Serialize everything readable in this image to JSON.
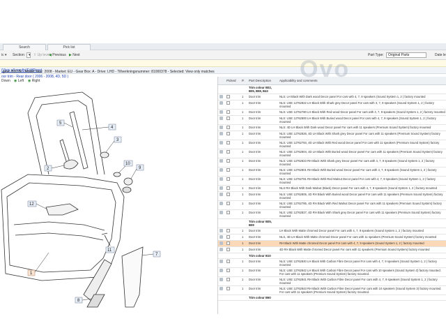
{
  "tabs": [
    "Search",
    "Pick list"
  ],
  "toolbar": {
    "section_label": "Section:",
    "up_level": "Up level",
    "previous": "Previous",
    "next": "Next",
    "part_type_label": "Part Type:",
    "part_type_value": "Original Parts",
    "date_label": "Date le"
  },
  "infobar": {
    "prefix": "gine: B207E - Model Year: 2008 - Market: EU - Gear Box: A - Drive: LHD - Tillverkningsnummer: 81000378 - Selected: View only matches",
    "link1": "(View all results)",
    "sep": " - ",
    "link2": "Edit",
    "sep2": " - ",
    "link3": "Reset"
  },
  "breadcrumb": "oor trim - Rear door ( 2006 - 2008, 4D, 5D )",
  "view": {
    "down": "Down",
    "left": "Left",
    "right": "Right"
  },
  "watermark": "Ovo",
  "diagram": {
    "callouts": [
      "1",
      "2",
      "3",
      "4",
      "5",
      "7",
      "8",
      "9",
      "10",
      "11",
      "12"
    ]
  },
  "table": {
    "headers": [
      "",
      "Picked",
      "P.",
      "Part Description",
      "Applicability and comments"
    ],
    "rows": [
      {
        "type": "group",
        "desc": "Trim colour B02, B05, B08, B43",
        "comment": ""
      },
      {
        "qty": "1",
        "desc": "Door trim",
        "comment": "NLS: LH Black With Dark wood Decor panel For cars with 4, 7, 9 speakers (Sound System 1, 2 ) factory mounted"
      },
      {
        "qty": "1",
        "desc": "Door trim",
        "comment": "NLS: USE 12762822 LH Black With Shark grey Decor panel For cars with 4, 7, 9 speakers (Sound System 1, 2 ) factory mounted"
      },
      {
        "qty": "1",
        "desc": "Door trim",
        "comment": "NLS: USE 12762780 LH Black With Red wood Decor panel For cars with 4, 7, 9 speakers (Sound System 1, 2 ) factory mounted"
      },
      {
        "qty": "1",
        "desc": "Door trim",
        "comment": "NLS: USE 12762800 LH Black With Buried wood Decor panel For cars with 4, 7, 9 speakers (Sound System 1, 2 ) factory mounted"
      },
      {
        "qty": "1",
        "desc": "Door trim",
        "comment": "NLS: 4D LH Black With Dark wood Decor panel For cars with 11 speakers (Premium Sound System) factory mounted"
      },
      {
        "qty": "1",
        "desc": "Door trim",
        "comment": "NLS: USE 12762826, 4D LH Black With Shark grey Decor panel For cars with 11 speakers (Premium Sound System) factory mounted"
      },
      {
        "qty": "1",
        "desc": "Door trim",
        "comment": "NLS: USE 12762784, 4D LH Black With Red wood Decor panel For cars with 11 speakers (Premium Sound System) factory mounted"
      },
      {
        "qty": "1",
        "desc": "Door trim",
        "comment": "NLS: USE 12762804, 4D LH Black With Buried wood Decor panel For cars with 11 speakers (Premium Sound System) factory mounted"
      },
      {
        "qty": "1",
        "desc": "Door trim",
        "comment": "NLS: USE 12762823 RH Black With Shark grey Decor panel For cars with 4, 7, 9 speakers (Sound System 1, 2 ) factory mounted"
      },
      {
        "qty": "1",
        "desc": "Door trim",
        "comment": "NLS: USE 12762801 RH Black With Buried wood Decor panel For cars with 4, 7, 9 speakers (Sound System 1, 2 ) factory mounted"
      },
      {
        "qty": "1",
        "desc": "Door trim",
        "comment": "NLS: USE 12762781 RH Black With Red Walnut Decor panel For cars with 4, 7, 9 speakers (Sound System 1, 2 ) factory mounted"
      },
      {
        "qty": "1",
        "desc": "Door trim",
        "comment": "NLS RH Black With Dark Walnut (Black) Decor panel For cars with 4, 7, 9 speakers (Sound System 1, 2 ) factory mounted"
      },
      {
        "qty": "1",
        "desc": "Door trim",
        "comment": "NLS: USE 12762805, 4D RH Black With Buried wood Decor panel For cars with 11 speakers (Premium Sound System) factory mounted"
      },
      {
        "qty": "1",
        "desc": "Door trim",
        "comment": "NLS: USE 12762785, 4D RH Black With Red Walnut Decor panel For cars with 11 speakers (Premium Sound System) factory mounted"
      },
      {
        "qty": "1",
        "desc": "Door trim",
        "comment": "NLS: USE 12762827, 4D RH Black With Shark grey Decor panel For cars with 11 speakers (Premium Sound System) factory mounted"
      },
      {
        "type": "group",
        "desc": "Trim colour B05, B09",
        "comment": ""
      },
      {
        "qty": "1",
        "desc": "Door trim",
        "comment": "LH Black With Matte chromed Decor panel For cars with 4, 7, 9 speakers (Sound System 1, 2 ) factory mounted"
      },
      {
        "qty": "1",
        "desc": "Door trim",
        "comment": "NLS, 4D LH Black With Matte chromed Decor panel For cars with 11 speakers (Premium Sound System) factory mounted"
      },
      {
        "qty": "1",
        "desc": "Door trim",
        "comment": "RH Black With Matte chromed Decor panel For cars with 4, 7, 9 speakers (Sound System 1, 2 ) factory mounted",
        "highlight": true
      },
      {
        "qty": "1",
        "desc": "Door trim",
        "comment": "4D RH Black With Matte chromed Decor panel For cars with 11 speakers (Premium Sound System) factory mounted"
      },
      {
        "type": "group",
        "desc": "Trim colour B10",
        "comment": ""
      },
      {
        "qty": "1",
        "desc": "Door trim",
        "comment": "NLS: USE 12762840 LH Black With Carbon Fibre Decor panel For cars with 4, 7, 9 speakers (Sound System 1, 2 ) factory mounted"
      },
      {
        "qty": "1",
        "desc": "Door trim",
        "comment": "NLS: USE 12762842 LH Black With Carbon Fibre Decor panel For cars with 10 speakers (Sound System 3) factory mounted. For cars with 11 speakers (Premium Sound System) factory mounted."
      },
      {
        "qty": "1",
        "desc": "Door trim",
        "comment": "NLS: USE 12762841 RH Black With Carbon Fibre Decor panel For cars with 4, 7, 9 speakers (Sound System 1, 2 ) factory mounted"
      },
      {
        "qty": "1",
        "desc": "Door trim",
        "comment": "NLS: USE 12762843 RH Black With Carbon Fibre Decor panel For cars with 10 speakers (Sound System 3) factory mounted. For cars with 11 speakers (Premium Sound System) factory mounted."
      },
      {
        "type": "group",
        "desc": "Trim colour B60",
        "comment": ""
      }
    ]
  }
}
